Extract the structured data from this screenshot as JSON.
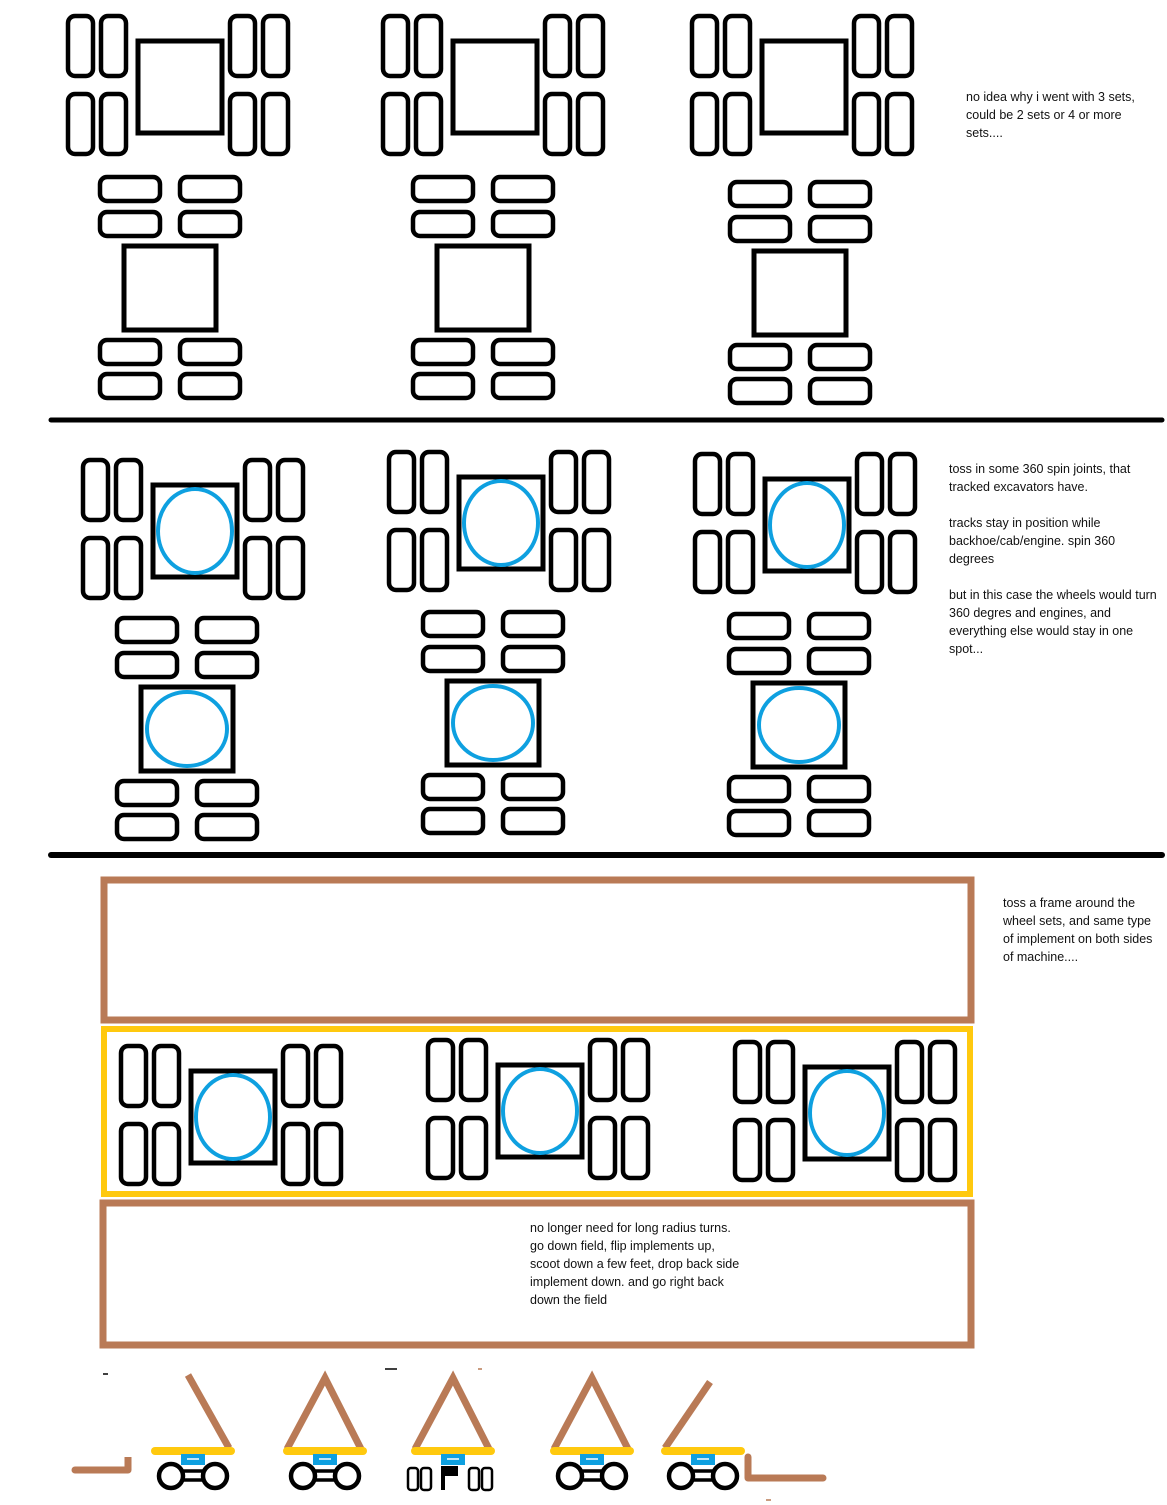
{
  "title": "Multi-wheel-set tractor concept sketch",
  "colors": {
    "outline": "#000000",
    "spin_joint": "#0ea0e0",
    "frame": "#b97a56",
    "chassis": "#ffc90e",
    "cab": "#0ea0e0",
    "background": "#ffffff"
  },
  "sections": [
    {
      "id": "plain-wheel-sets",
      "note": "no idea why i went with 3 sets,  could be 2 sets or 4 or more sets....",
      "unit_count": 3,
      "spin_joints": false
    },
    {
      "id": "spin-joint-wheel-sets",
      "note": "toss in some 360 spin joints, that tracked excavators have.\n\ntracks stay in position while backhoe/cab/engine. spin 360 degrees\n\nbut in this case the wheels would turn 360 degres and engines, and everything else would stay in one spot...",
      "unit_count": 3,
      "spin_joints": true
    },
    {
      "id": "framed-machine",
      "note": "toss a frame around the wheel sets, and same type of implement on both sides of machine....",
      "unit_count": 3,
      "spin_joints": true
    },
    {
      "id": "field-turn-sequence",
      "note": "no longer need for long radius turns. go down field, flip implements up, scoot down a few feet, drop back side implement down. and go right back down the field",
      "steps": [
        {
          "front_implement": "down",
          "back_implement": "up"
        },
        {
          "front_implement": "up",
          "back_implement": "up"
        },
        {
          "front_implement": "up",
          "back_implement": "up",
          "wheels": "side-view-rotated"
        },
        {
          "front_implement": "up",
          "back_implement": "up"
        },
        {
          "front_implement": "up",
          "back_implement": "down"
        }
      ]
    }
  ]
}
